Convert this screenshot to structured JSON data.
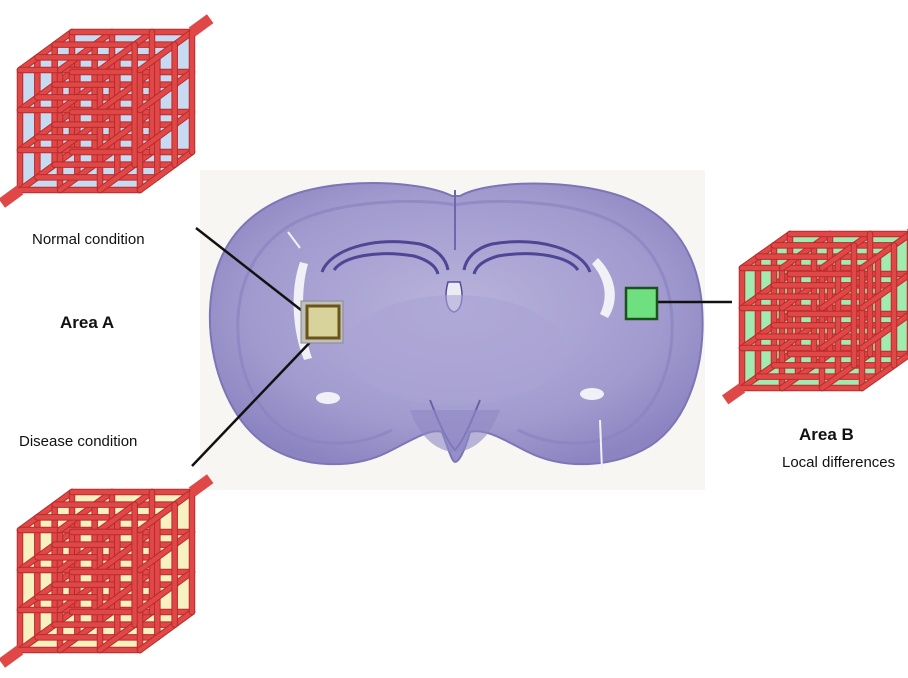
{
  "labels": {
    "normal_condition": "Normal condition",
    "disease_condition": "Disease condition",
    "area_a": "Area A",
    "area_b": "Area B",
    "local_differences": "Local differences"
  },
  "colors": {
    "lattice_red": "#e04848",
    "lattice_dark": "#b82a2a",
    "fill_blue": "#bcd3f0",
    "fill_yellow": "#f6efb4",
    "fill_green": "#8ee8a2",
    "brain_tissue": "#9c95c9",
    "marker_a": "#d8d39a",
    "marker_b": "#6fe07f",
    "connector": "#111111"
  },
  "icons": {
    "brain": "brain-coronal-section",
    "lattice": "cube-lattice"
  }
}
